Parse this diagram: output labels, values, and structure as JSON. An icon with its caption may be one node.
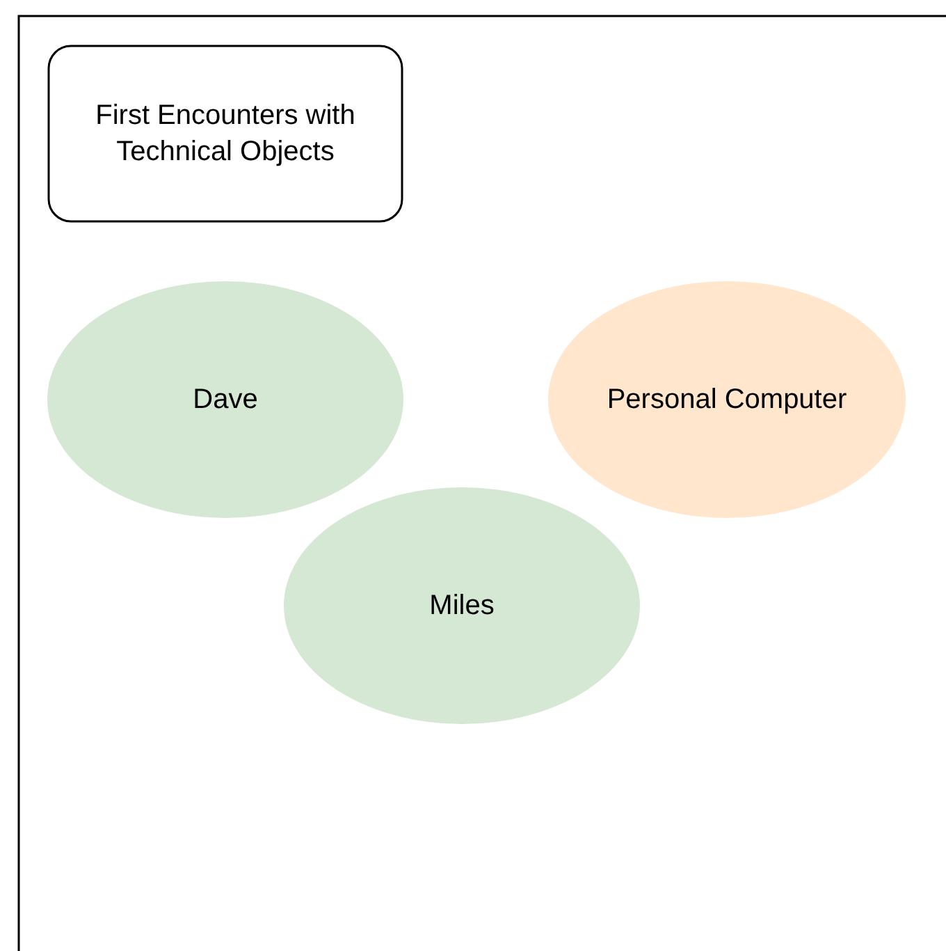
{
  "diagram": {
    "nodes": [
      {
        "text": [
          "First Encounters with Technical Objects"
        ]
      },
      {
        "text": [
          "Dave"
        ]
      },
      {
        "text": [
          "Personal Computer"
        ]
      },
      {
        "text": [
          "Miles"
        ]
      }
    ]
  }
}
